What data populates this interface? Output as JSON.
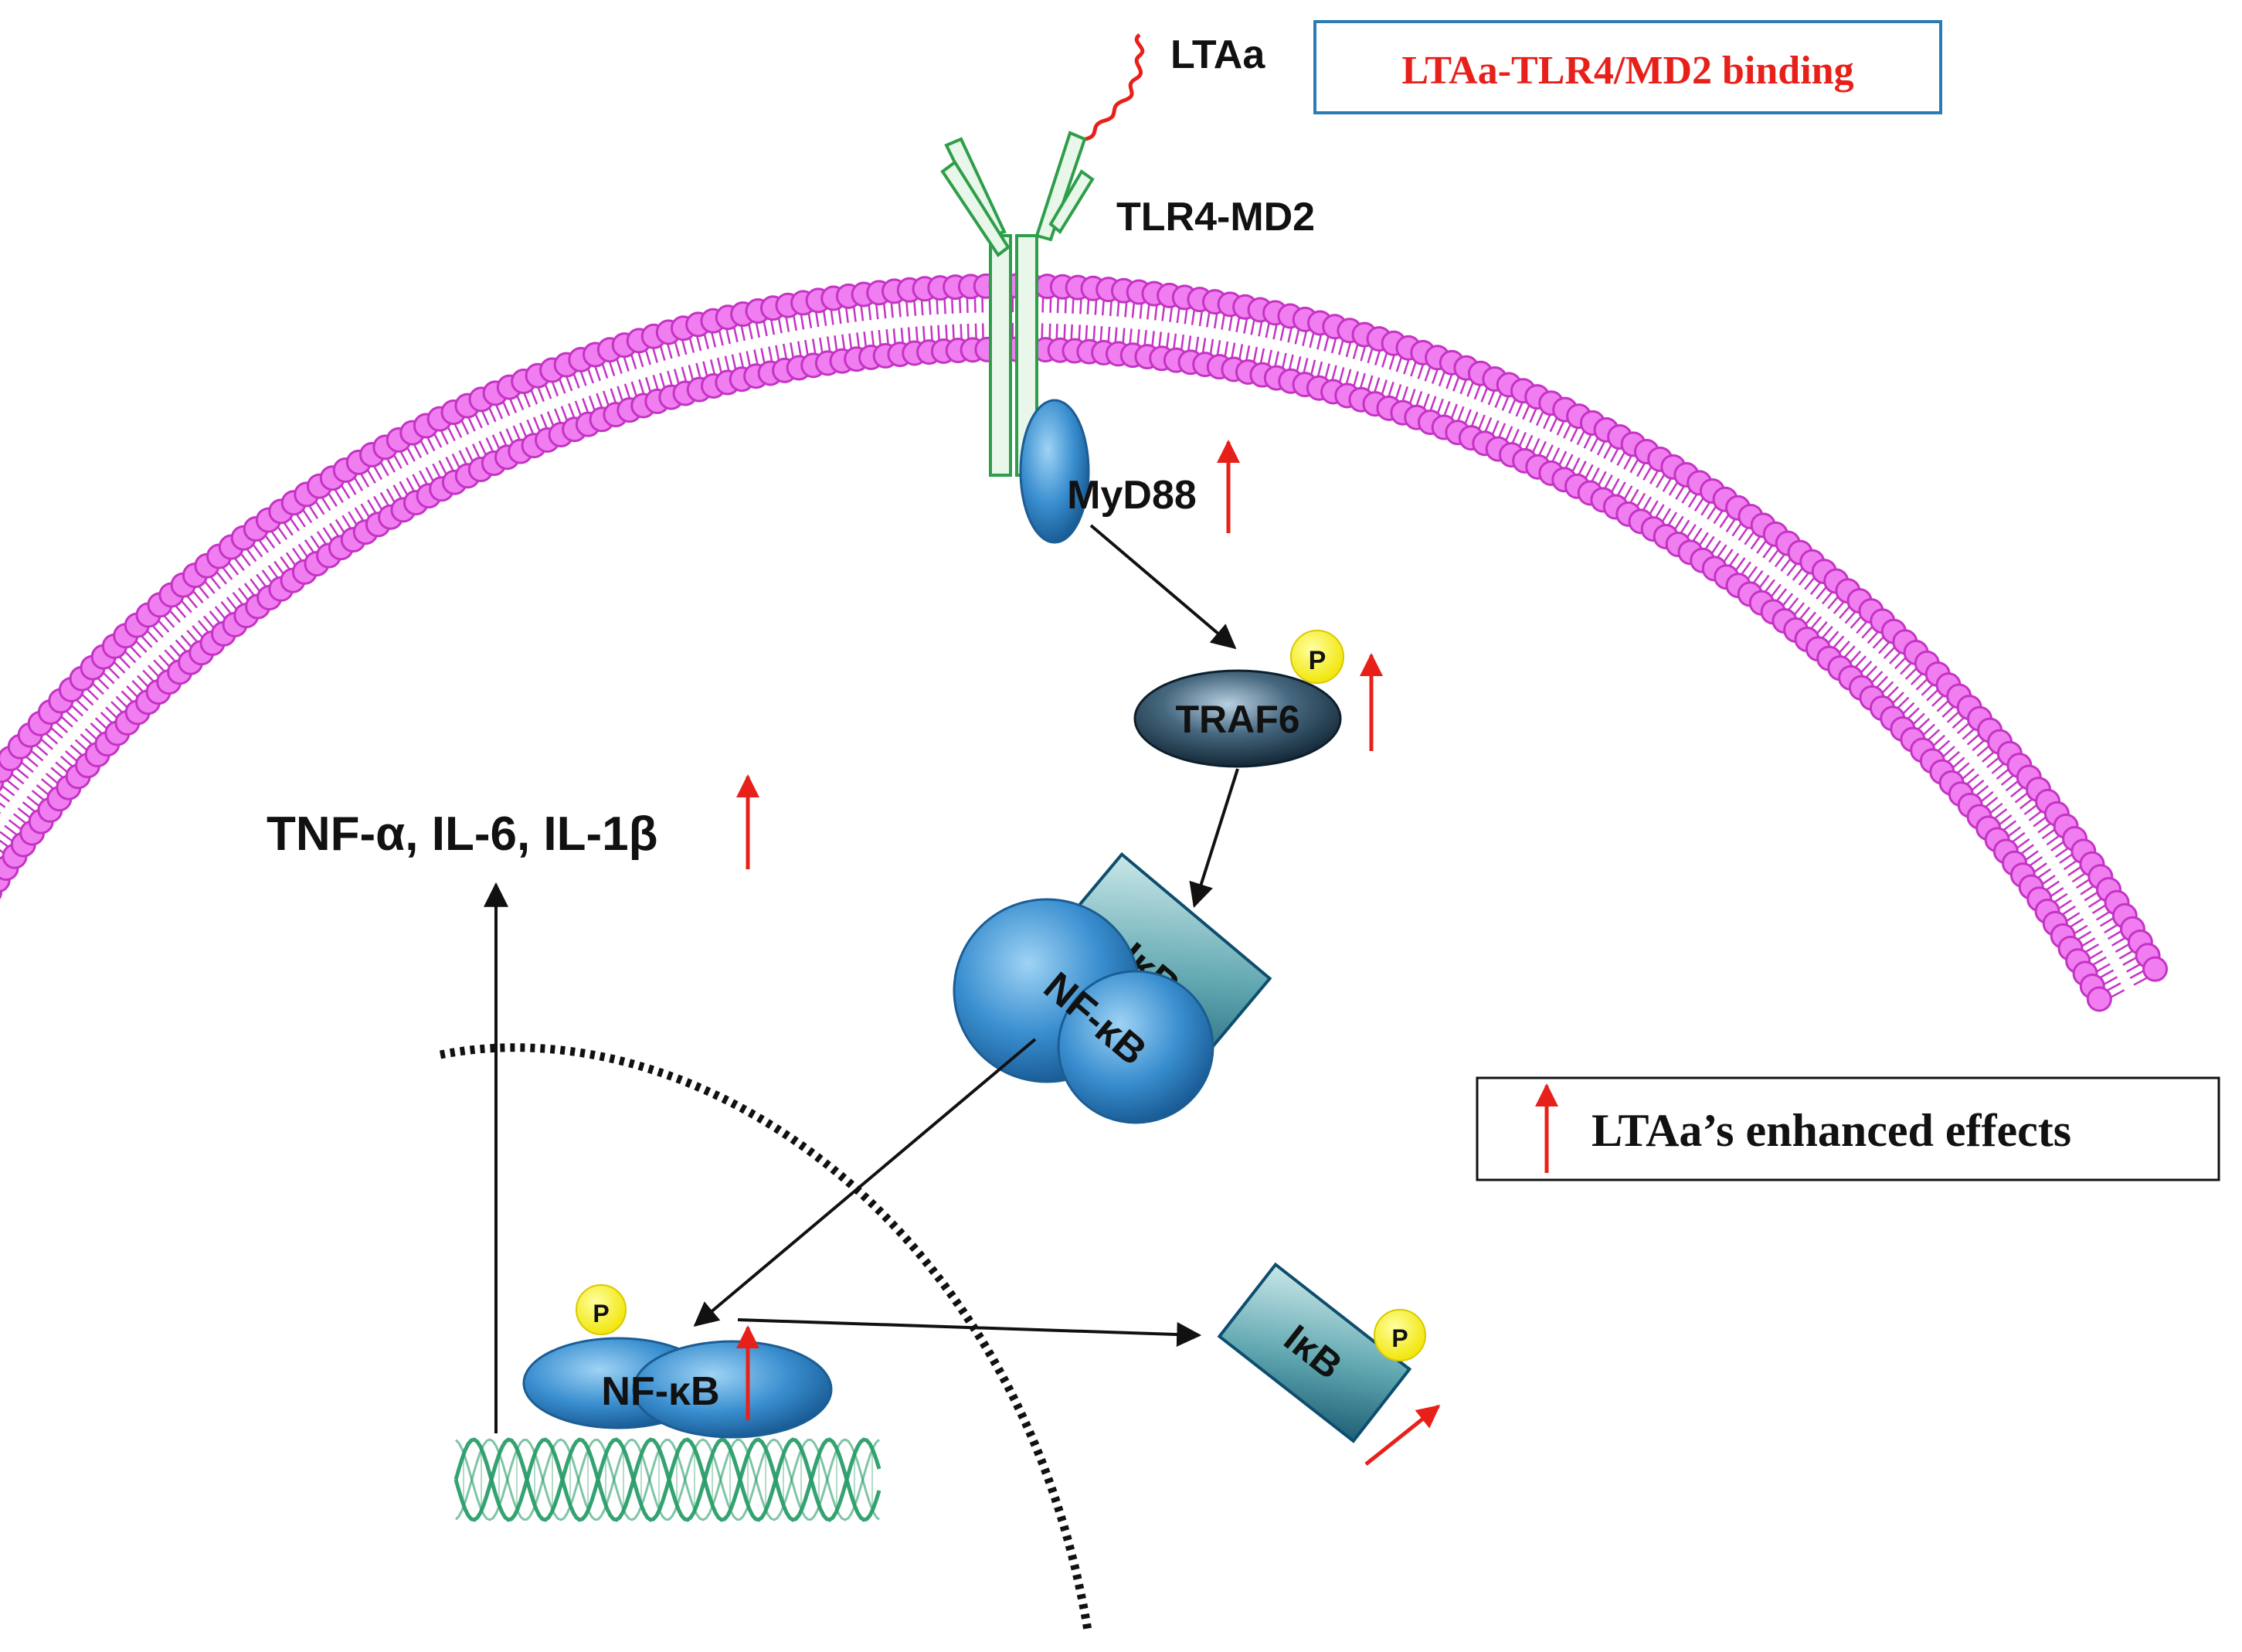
{
  "labels": {
    "ltaa": "LTAa",
    "binding_box": "LTAa-TLR4/MD2 binding",
    "receptor": "TLR4-MD2",
    "myd88": "MyD88",
    "traf6": "TRAF6",
    "phospho": "P",
    "ikb_complex": "IκB",
    "nfkb_complex": "NF-κB",
    "cytokines": "TNF-α, IL-6, IL-1β",
    "nfkb_nuclear": "NF-κB",
    "ikb_free": "IκB",
    "legend": "LTAa’s enhanced effects"
  },
  "colors": {
    "membrane": "#f07ef0",
    "membrane_stroke": "#c533c5",
    "receptor": "#2e9e4a",
    "protein_blue": "#3a8fd0",
    "protein_dark": "#1f3d55",
    "ikb_fill": "#4f9aa6",
    "phospho": "#f4ee00",
    "up_arrow": "#e8201a",
    "binding_text": "#e8201a",
    "binding_box_stroke": "#2a7cb5",
    "dna": "#2a9d6a"
  }
}
